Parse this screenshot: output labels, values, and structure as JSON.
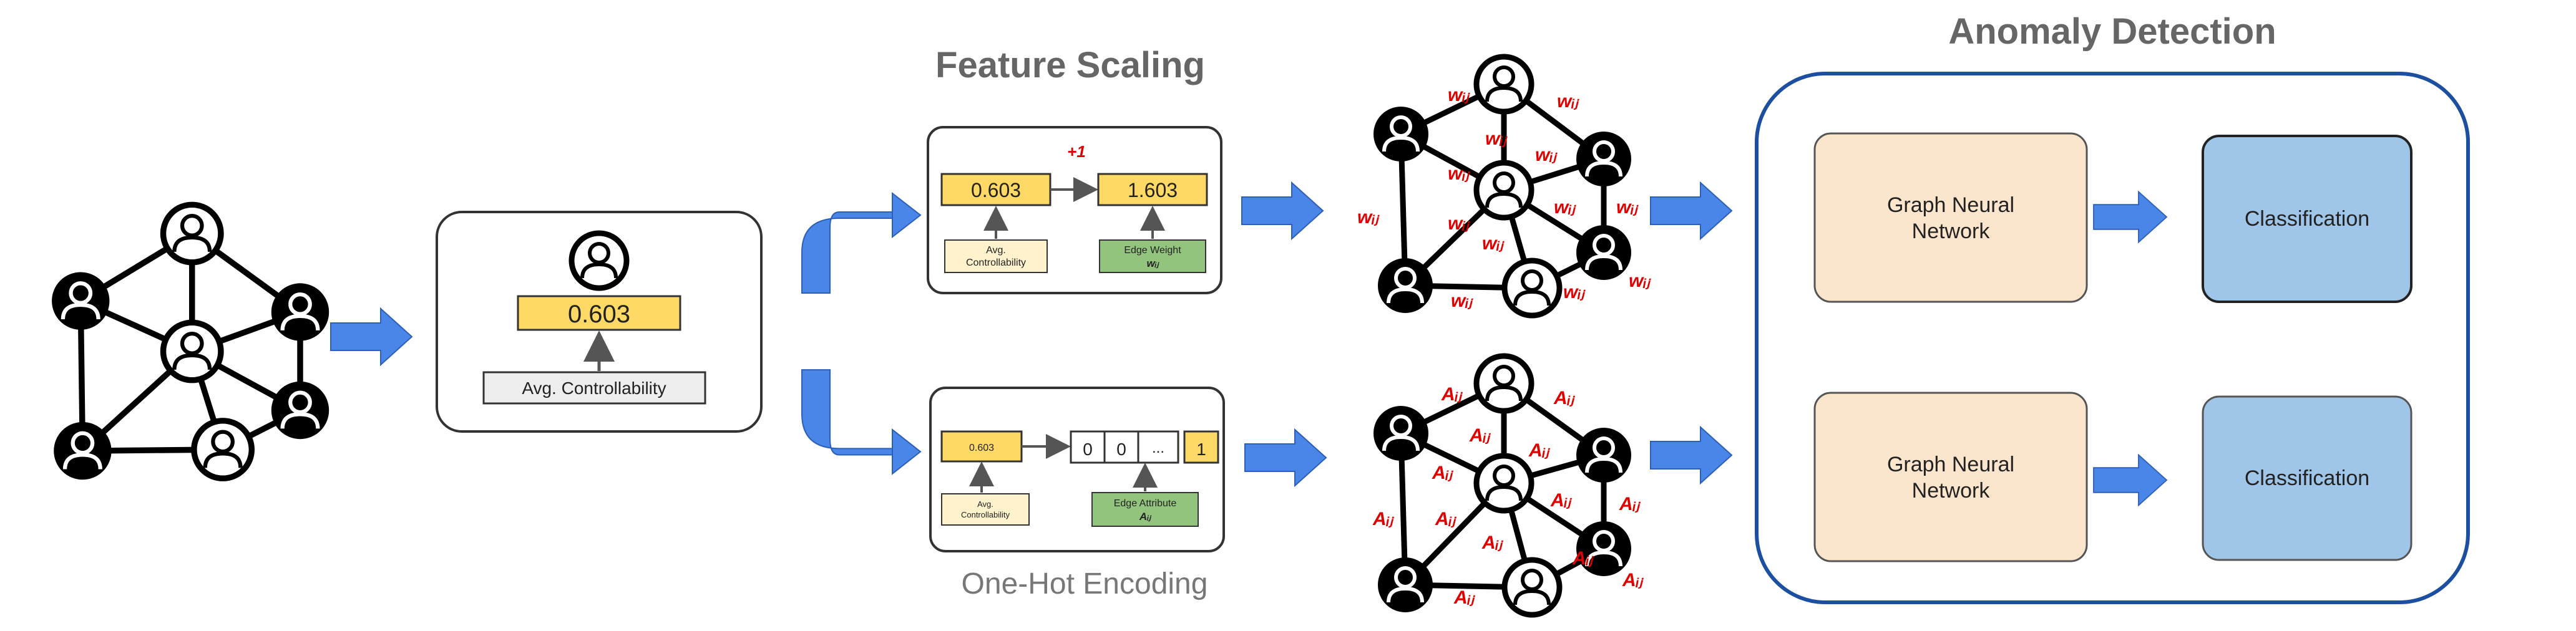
{
  "titles": {
    "feature_scaling": "Feature Scaling",
    "anomaly_detection": "Anomaly Detection",
    "one_hot_encoding": "One-Hot Encoding"
  },
  "controllability_box": {
    "value": "0.603",
    "label": "Avg. Controllability"
  },
  "scaling_box": {
    "plus_one": "+1",
    "input_value": "0.603",
    "output_value": "1.603",
    "source_label_line1": "Avg.",
    "source_label_line2": "Controllability",
    "target_label": "Edge Weight",
    "target_symbol": "wᵢⱼ"
  },
  "encoding_box": {
    "input_value": "0.603",
    "cells": [
      "0",
      "0",
      "...",
      "1"
    ],
    "source_label_line1": "Avg.",
    "source_label_line2": "Controllability",
    "target_label": "Edge Attribute",
    "target_symbol": "Aᵢⱼ"
  },
  "edge_weight_label": "wᵢⱼ",
  "edge_attr_label": "Aᵢⱼ",
  "pipelines": [
    {
      "model_line1": "Graph Neural",
      "model_line2": "Network",
      "output": "Classification"
    },
    {
      "model_line1": "Graph Neural",
      "model_line2": "Network",
      "output": "Classification"
    }
  ],
  "colors": {
    "arrow_blue": "#4a86e8",
    "value_yellow": "#ffd966",
    "pale_yellow": "#fff2cc",
    "edge_green": "#93c47d",
    "gnn_peach": "#fce5cd",
    "class_blue": "#9fc5e8",
    "frame_blue": "#1c4fa0",
    "red_label": "#e00000"
  }
}
